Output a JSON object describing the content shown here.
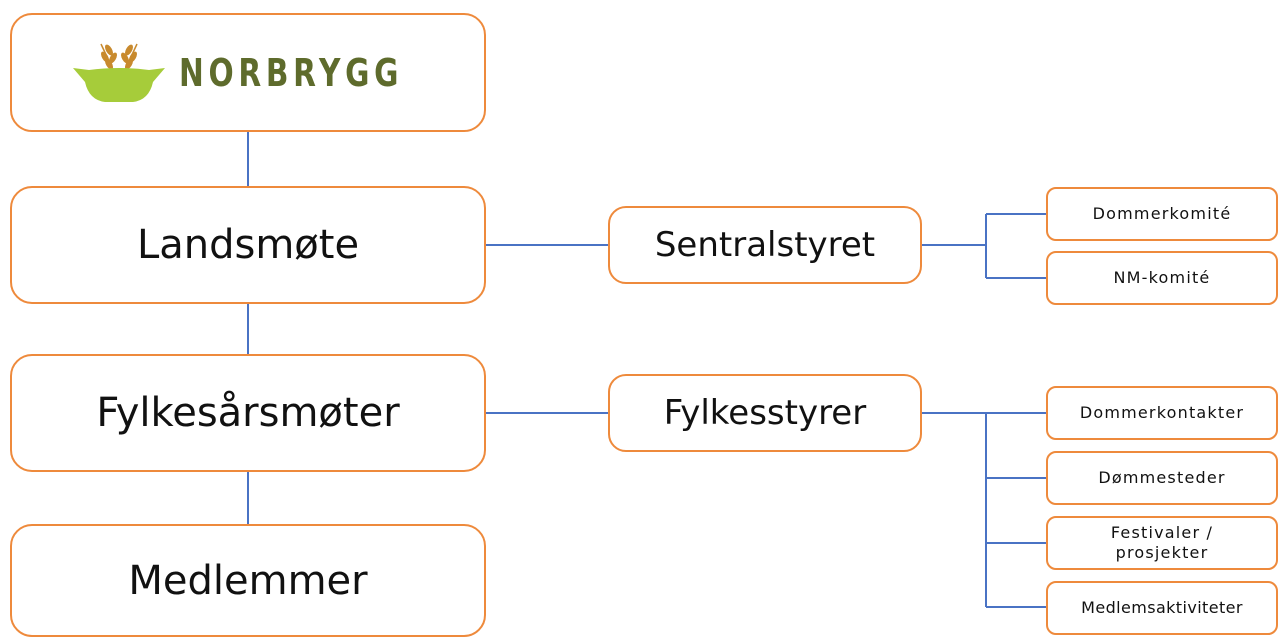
{
  "logo": {
    "wordmark": "NORBRYGG"
  },
  "main_chain": {
    "landsmote": "Landsmøte",
    "fylkesarsmoter": "Fylkesårsmøter",
    "medlemmer": "Medlemmer"
  },
  "sentralstyret": {
    "label": "Sentralstyret",
    "children": [
      "Dommerkomité",
      "NM-komité"
    ]
  },
  "fylkesstyrer": {
    "label": "Fylkesstyrer",
    "children": [
      "Dommerkontakter",
      "Dømmesteder",
      "Festivaler / prosjekter",
      "Medlemsaktiviteter"
    ]
  },
  "colors": {
    "box_border": "#ee8a3c",
    "connector": "#4a73c4",
    "logo_green": "#a6cc3a",
    "logo_text": "#5e6b2c",
    "wheat": "#c88a2e"
  }
}
